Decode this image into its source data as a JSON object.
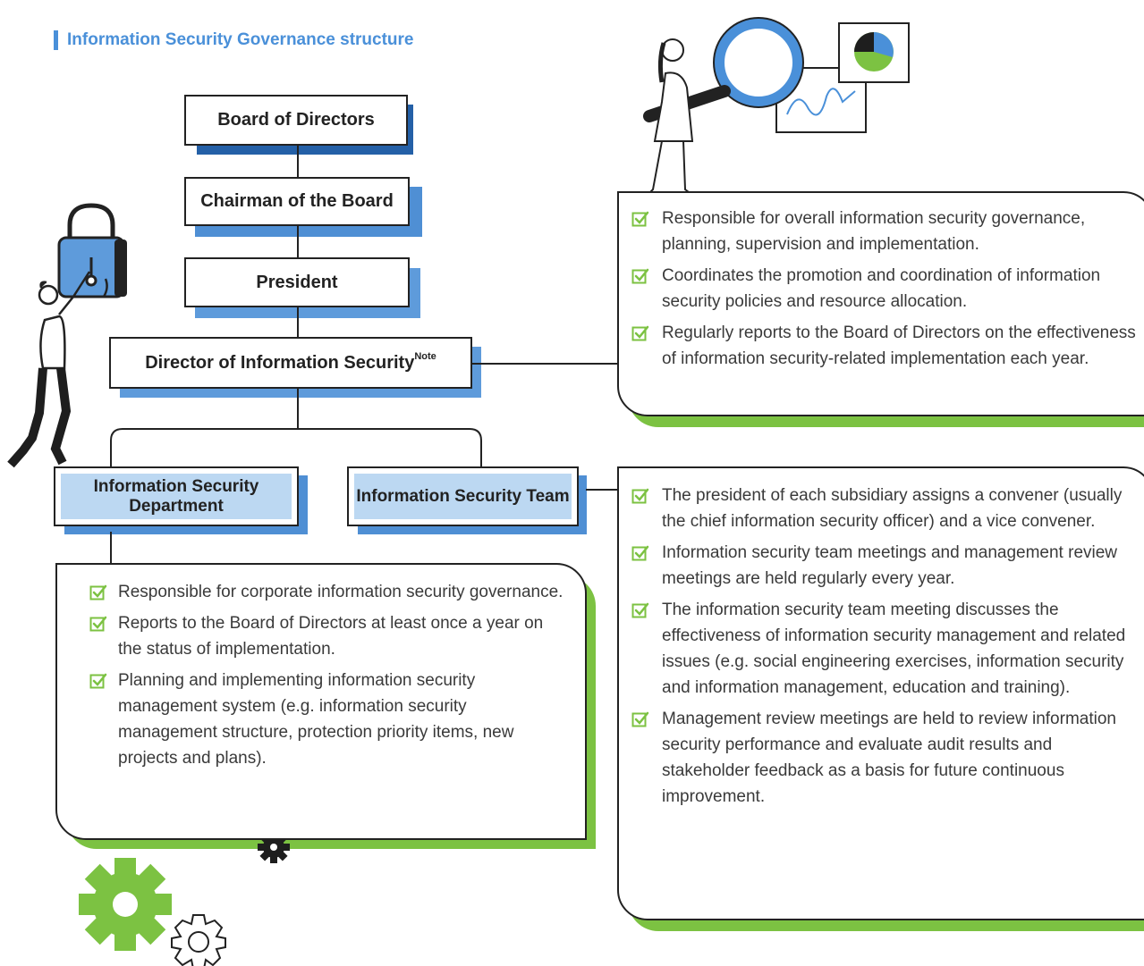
{
  "title": "Information Security Governance structure",
  "org": {
    "board": "Board of Directors",
    "chairman": "Chairman of the Board",
    "president": "President",
    "director": "Director of Information Security",
    "director_note": "Note",
    "department": "Information Security Department",
    "team": "Information Security Team"
  },
  "director_duties": [
    "Responsible for overall information security governance, planning, supervision and implementation.",
    "Coordinates the promotion and coordination of information security policies and resource allocation.",
    "Regularly reports to the Board of Directors on the effectiveness of information security-related implementation each year."
  ],
  "team_duties": [
    "The president of each subsidiary assigns a convener (usually the chief information security officer) and a vice convener.",
    "Information security team meetings and management review meetings are held regularly every year.",
    "The information security team meeting discusses the effectiveness of information security management and related issues (e.g. social engineering exercises, information security and information management, education and training).",
    "Management review meetings are held to review information security performance and evaluate audit results and stakeholder feedback as a basis for future continuous improvement."
  ],
  "department_duties": [
    "Responsible for corporate information security governance.",
    "Reports to the Board of Directors at least once a year on the status of implementation.",
    "Planning and implementing information security management system (e.g. information security management structure, protection priority items, new projects and plans)."
  ],
  "colors": {
    "accent_blue": "#4a90d9",
    "dark_blue": "#2460a7",
    "light_blue": "#bcd8f2",
    "green": "#7cc242",
    "ink": "#222222"
  },
  "icons": [
    "padlock-icon",
    "person-reaching-illustration",
    "magnifier-person-illustration",
    "pie-chart-icon",
    "line-chart-icon",
    "gear-icon",
    "checkbox-icon"
  ]
}
